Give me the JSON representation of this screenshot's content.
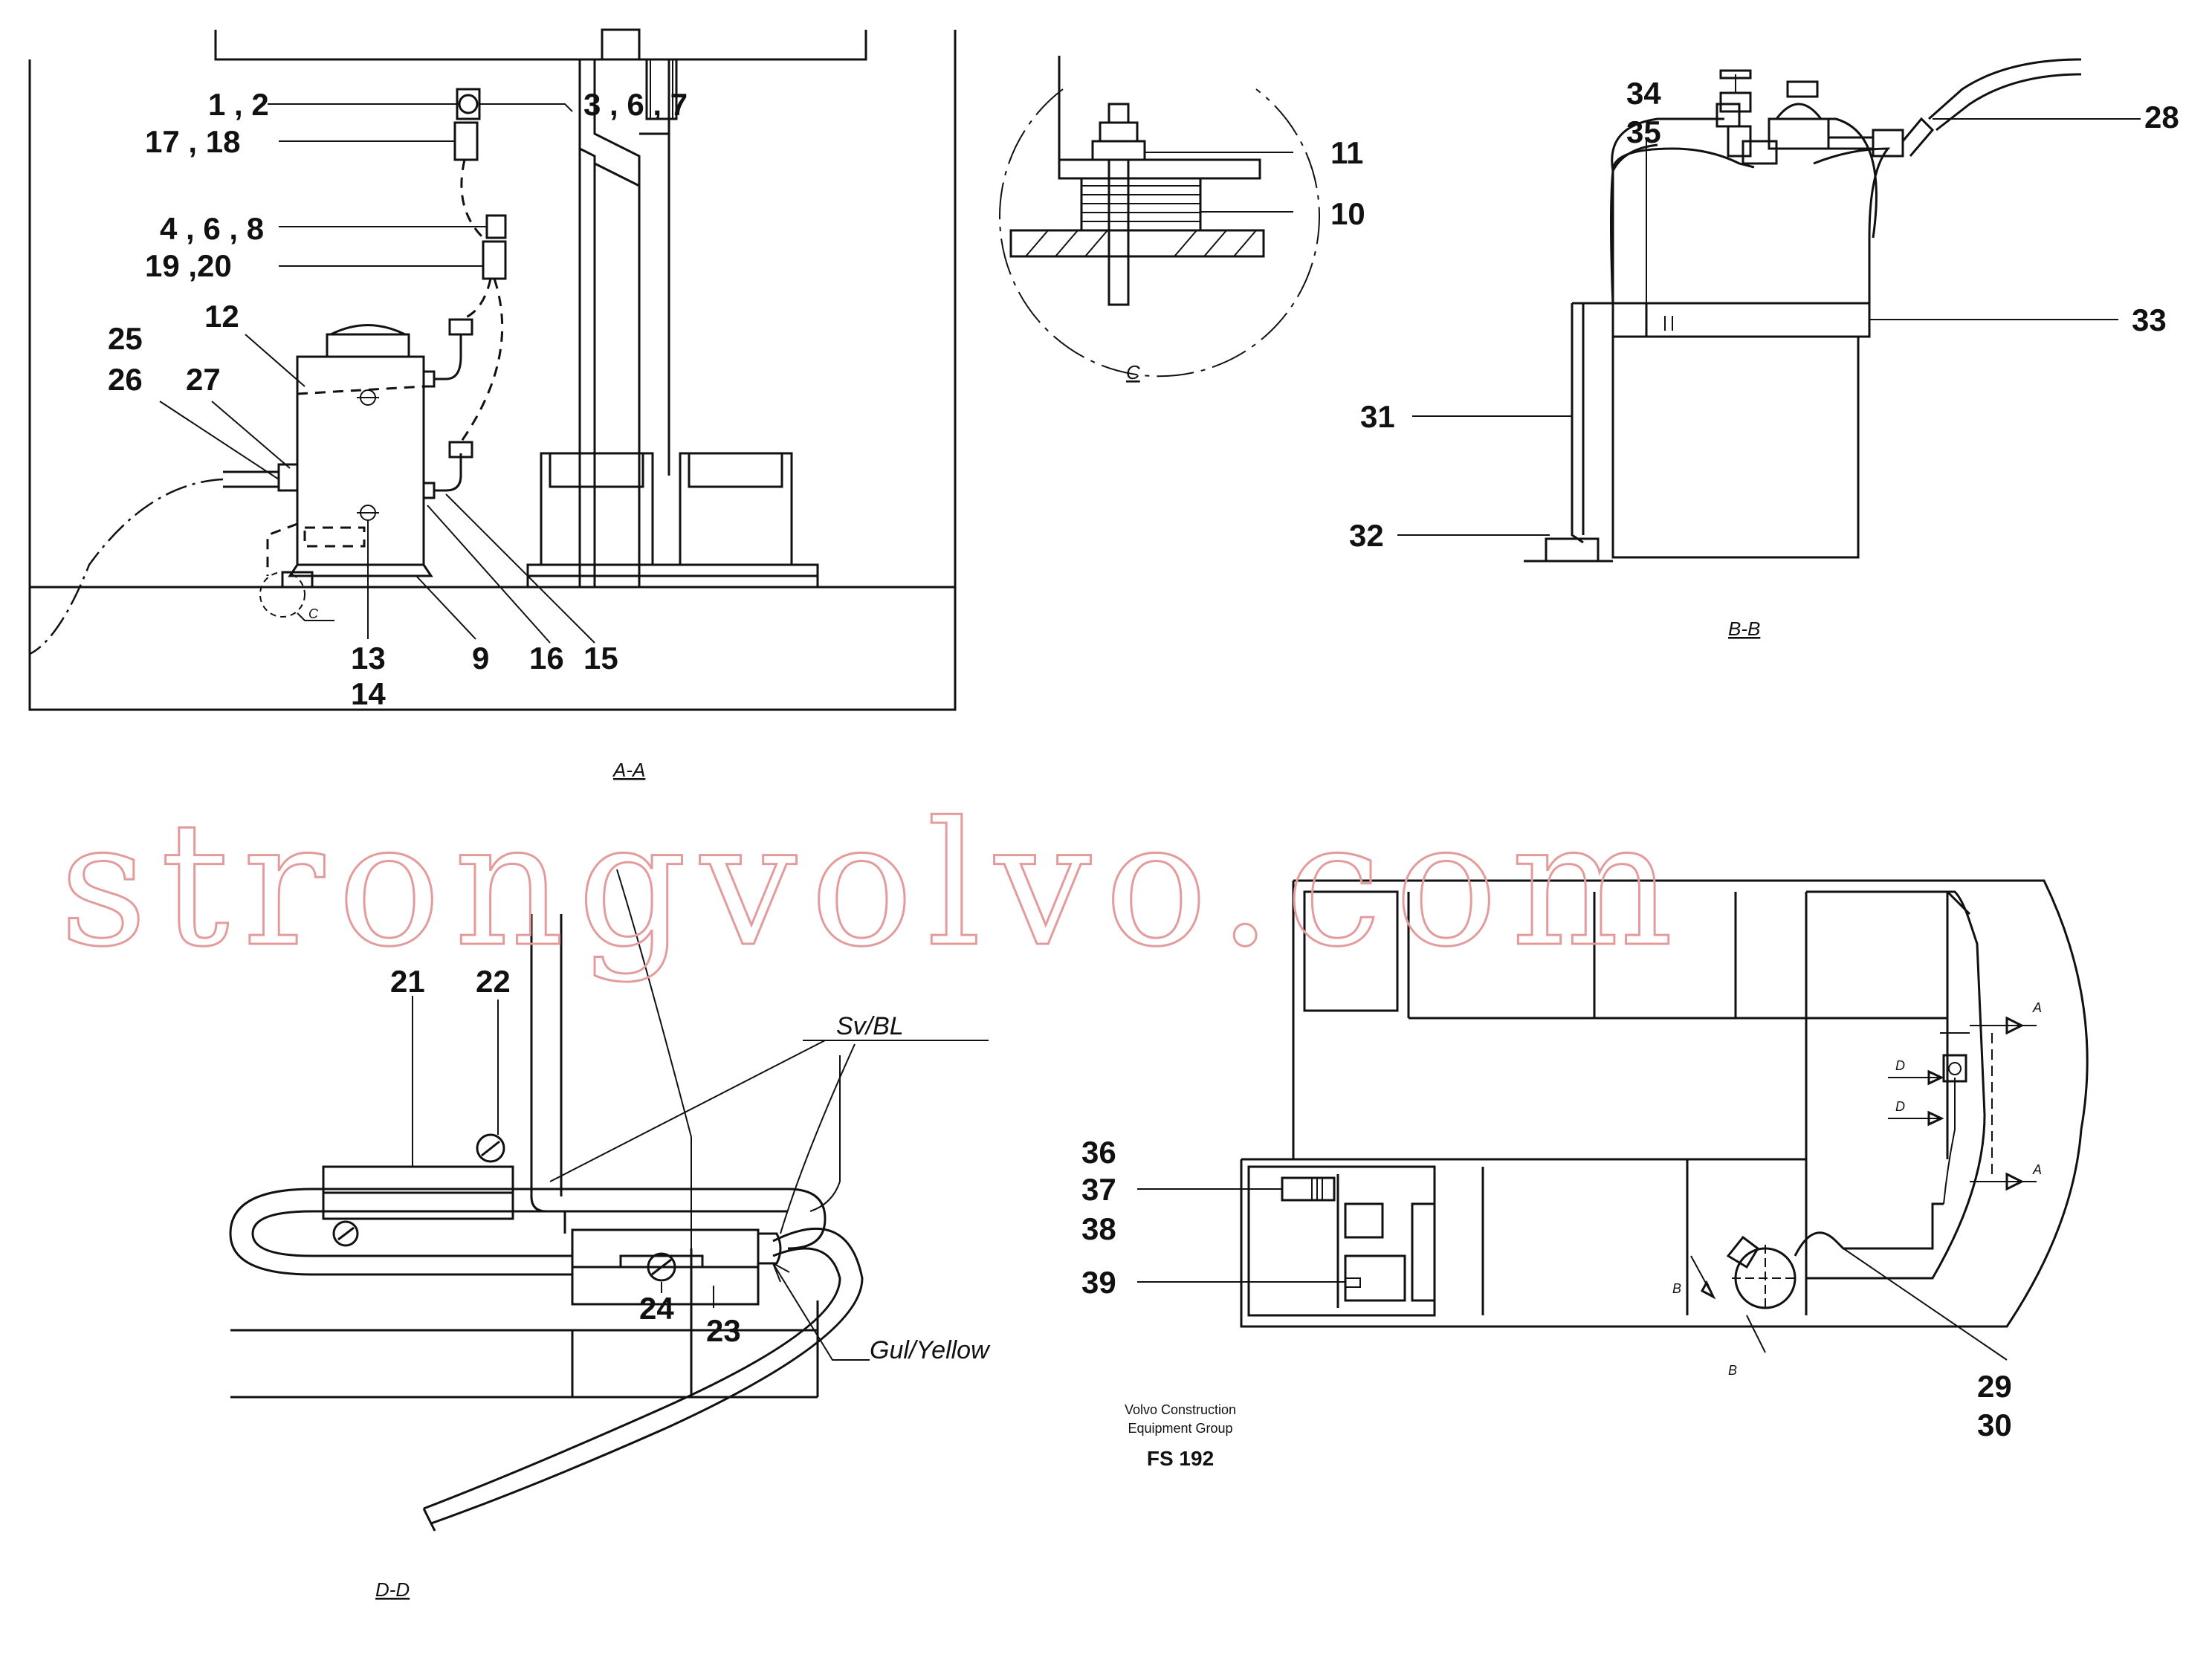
{
  "views": {
    "aa": "A-A",
    "bb": "B-B",
    "c": "C",
    "dd": "D-D"
  },
  "detail_marks": {
    "c_circle": "C",
    "a_arrow_1": "A",
    "a_arrow_2": "A",
    "d_arrow_1": "D",
    "d_arrow_2": "D",
    "b_arrow_1": "B",
    "b_arrow_2": "B"
  },
  "callouts": {
    "c_1_2": "1 , 2",
    "c_3_6_7": "3 , 6 , 7",
    "c_17_18": "17 , 18",
    "c_4_6_8": "4 , 6 , 8",
    "c_19_20": "19 ,20",
    "c_12": "12",
    "c_25": "25",
    "c_26": "26",
    "c_27": "27",
    "c_13": "13",
    "c_14": "14",
    "c_9": "9",
    "c_16": "16",
    "c_15": "15",
    "c_11": "11",
    "c_10": "10",
    "c_34": "34",
    "c_35": "35",
    "c_28": "28",
    "c_33": "33",
    "c_31": "31",
    "c_32": "32",
    "c_21": "21",
    "c_22": "22",
    "c_24": "24",
    "c_23": "23",
    "c_36": "36",
    "c_37": "37",
    "c_38": "38",
    "c_39": "39",
    "c_29": "29",
    "c_30": "30"
  },
  "wire_labels": {
    "sv_bl": "Sv/BL",
    "gul_yellow": "Gul/Yellow"
  },
  "footer": {
    "line1": "Volvo Construction",
    "line2": "Equipment Group",
    "code": "FS 192"
  },
  "watermark": "strongvolvo.com"
}
